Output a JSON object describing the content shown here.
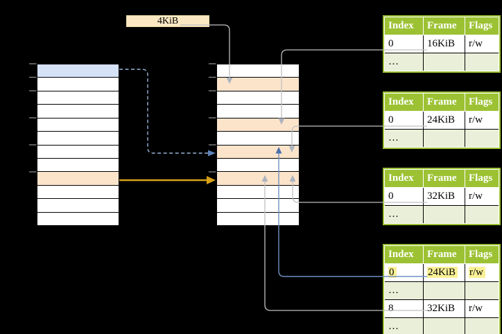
{
  "page_size_label": "4KiB",
  "virtual_memory": {
    "row_count": 12,
    "highlight_rows": [
      {
        "index": 0,
        "fill": "blue"
      },
      {
        "index": 8,
        "fill": "orange"
      }
    ]
  },
  "physical_memory": {
    "row_count": 12,
    "highlight_rows": [
      {
        "index": 1,
        "fill": "orange"
      },
      {
        "index": 4,
        "fill": "orange"
      },
      {
        "index": 6,
        "fill": "orange"
      },
      {
        "index": 8,
        "fill": "orange"
      }
    ]
  },
  "page_tables": [
    {
      "headers": [
        "Index",
        "Frame",
        "Flags"
      ],
      "rows": [
        {
          "cells": [
            "0",
            "16KiB",
            "r/w"
          ],
          "highlight": false
        },
        {
          "cells": [
            "…",
            "",
            ""
          ],
          "highlight": false
        }
      ]
    },
    {
      "headers": [
        "Index",
        "Frame",
        "Flags"
      ],
      "rows": [
        {
          "cells": [
            "0",
            "24KiB",
            "r/w"
          ],
          "highlight": false
        },
        {
          "cells": [
            "…",
            "",
            ""
          ],
          "highlight": false
        }
      ]
    },
    {
      "headers": [
        "Index",
        "Frame",
        "Flags"
      ],
      "rows": [
        {
          "cells": [
            "0",
            "32KiB",
            "r/w"
          ],
          "highlight": false
        },
        {
          "cells": [
            "…",
            "",
            ""
          ],
          "highlight": false
        }
      ]
    },
    {
      "headers": [
        "Index",
        "Frame",
        "Flags"
      ],
      "rows": [
        {
          "cells": [
            "0",
            "24KiB",
            "r/w"
          ],
          "highlight": true
        },
        {
          "cells": [
            "…",
            "",
            ""
          ],
          "highlight": false
        },
        {
          "cells": [
            "8",
            "32KiB",
            "r/w"
          ],
          "highlight": false
        },
        {
          "cells": [
            "…",
            "",
            ""
          ],
          "highlight": false
        }
      ]
    }
  ],
  "colors": {
    "background": "#000000",
    "header_green": "#9cc234",
    "row_green_light": "#eaefd9",
    "orange_fill": "#fce4cb",
    "blue_fill": "#d6e2f6",
    "box_fill": "#fbe8c3",
    "highlight_yellow": "#faf096",
    "gray_line": "#c0c0c0",
    "gray_head": "#aeb4be",
    "blue_line": "#7090c2",
    "blue_head": "#4a71ac",
    "dashed_blue": "#9ab5dc",
    "dashed_head": "#5f83b8",
    "orange_arrow": "#d9a118",
    "tick_gray": "#8c8c8c"
  }
}
